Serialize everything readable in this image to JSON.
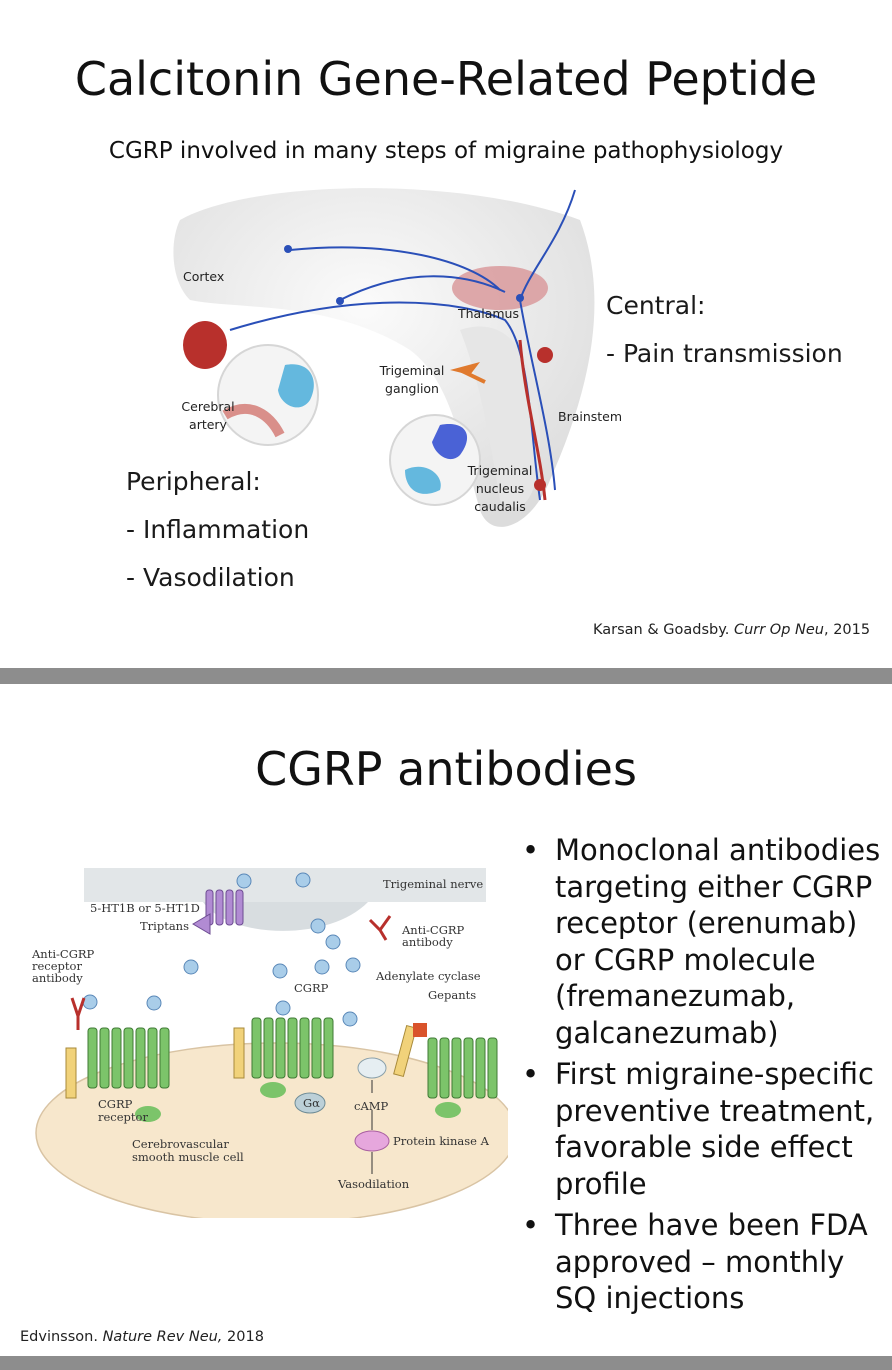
{
  "slide1": {
    "title": "Calcitonin Gene-Related Peptide",
    "subtitle": "CGRP involved in many steps of migraine pathophysiology",
    "labels": {
      "cortex": "Cortex",
      "thalamus": "Thalamus",
      "trig_ganglion_1": "Trigeminal",
      "trig_ganglion_2": "ganglion",
      "cerebral_artery_1": "Cerebral",
      "cerebral_artery_2": "artery",
      "brainstem": "Brainstem",
      "tnc_1": "Trigeminal",
      "tnc_2": "nucleus",
      "tnc_3": "caudalis"
    },
    "central_heading": "Central:",
    "central_item": "- Pain transmission",
    "peripheral_heading": "Peripheral:",
    "peripheral_items": [
      "- Inflammation",
      "- Vasodilation"
    ],
    "citation_authors": "Karsan & Goadsby. ",
    "citation_journal": "Curr Op Neu",
    "citation_year": ", 2015"
  },
  "slide2": {
    "title": "CGRP antibodies",
    "bullets": [
      "Monoclonal antibodies targeting either CGRP receptor (erenumab) or CGRP molecule (fremanezumab, galcanezumab)",
      "First migraine-specific preventive treatment, favorable side effect profile",
      "Three have been FDA approved – monthly SQ injections"
    ],
    "diagram_labels": {
      "trigeminal_nerve": "Trigeminal nerve",
      "ht_receptor": "5-HT1B or 5-HT1D",
      "triptans": "Triptans",
      "anti_cgrp_antibody_1": "Anti-CGRP",
      "anti_cgrp_antibody_2": "antibody",
      "anti_receptor_1": "Anti-CGRP",
      "anti_receptor_2": "receptor",
      "anti_receptor_3": "antibody",
      "cgrp": "CGRP",
      "adenylate_cyclase": "Adenylate cyclase",
      "gepants": "Gepants",
      "g_alpha": "Gα",
      "camp": "cAMP",
      "cgrp_receptor_1": "CGRP",
      "cgrp_receptor_2": "receptor",
      "protein_kinase_a": "Protein kinase A",
      "cell_1": "Cerebrovascular",
      "cell_2": "smooth muscle cell",
      "vasodilation": "Vasodilation"
    },
    "citation_author": "Edvinsson. ",
    "citation_journal": "Nature Rev Neu,",
    "citation_year": " 2018"
  },
  "colors": {
    "neuron_blue": "#2a4fb8",
    "artery_red": "#b8302c",
    "receptor_green": "#7cc46a",
    "vesicle_blue": "#a9cde9",
    "cell_fill": "#f7e7cc"
  }
}
